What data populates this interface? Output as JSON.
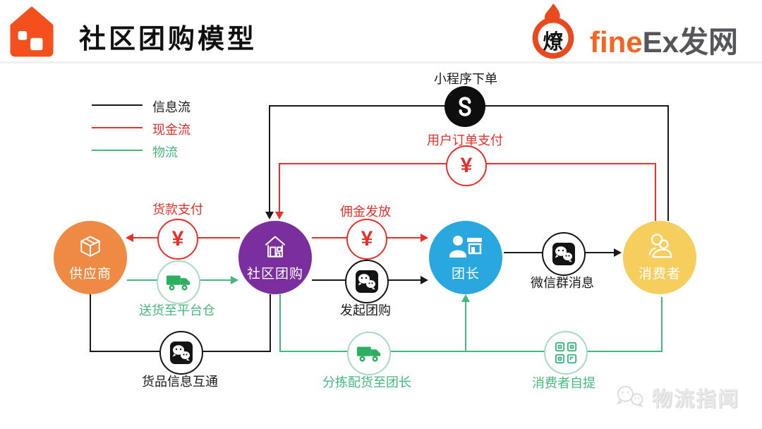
{
  "header": {
    "title": "社区团购模型",
    "flame_char": "燎",
    "brand_fine": "fine",
    "brand_ex": "Ex",
    "brand_cn": "发网"
  },
  "legend": {
    "info": "信息流",
    "cash": "现金流",
    "logistics": "物流"
  },
  "nodes": {
    "supplier": "供应商",
    "platform": "社区团购",
    "leader": "团长",
    "consumer": "消费者"
  },
  "flows": {
    "miniprogram_order": "小程序下单",
    "user_payment": "用户订单支付",
    "goods_payment": "货款支付",
    "delivery_to_warehouse": "送货至平台仓",
    "commission": "佣金发放",
    "initiate_groupbuy": "发起团购",
    "wechat_group_message": "微信群消息",
    "goods_info_exchange": "货品信息互通",
    "sort_deliver_to_leader": "分拣配货至团长",
    "consumer_pickup": "消费者自提"
  },
  "symbols": {
    "yuan": "¥"
  },
  "watermark": {
    "text": "物流指闻"
  },
  "icons": {
    "house-logo-icon": "orange house with white windows",
    "flame-icon": "orange flame ring",
    "miniprogram-icon": "wechat mini-program S",
    "wechat-icon": "wechat chat bubbles",
    "yuan-icon": "yuan currency circle",
    "truck-icon": "green delivery truck",
    "qrcode-icon": "green qr code",
    "package-icon": "supplier parcel box",
    "warehouse-icon": "community store",
    "leader-store-icon": "person with storefront",
    "people-icon": "two consumers",
    "watermark-wechat-icon": "gray chat bubbles"
  },
  "colors": {
    "red": "#e8302a",
    "green": "#45b97c",
    "ink": "#1a1a1a",
    "orange_node": "#ee8a44",
    "purple_node": "#7b2f9e",
    "blue_node": "#29a8e0",
    "yellow_node": "#f5ce5e",
    "brand_orange": "#f26522",
    "logo_red": "#f3501e"
  }
}
